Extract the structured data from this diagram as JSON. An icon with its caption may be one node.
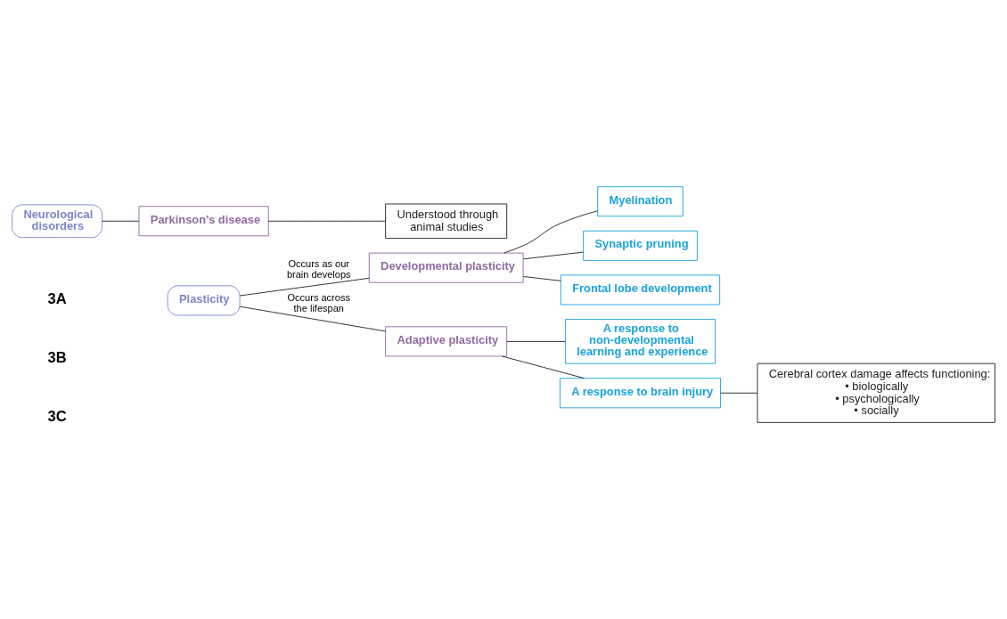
{
  "diagram": {
    "nodes": [
      {
        "text": [
          "Plasticity"
        ]
      },
      {
        "text": [
          "Developmental plasticity"
        ]
      },
      {
        "text": [
          "Myelination"
        ]
      },
      {
        "text": [
          "Synaptic pruning"
        ]
      },
      {
        "text": [
          "Frontal lobe development"
        ]
      },
      {
        "text": [
          "Adaptive plasticity"
        ]
      },
      {
        "text": [
          "A response to non-developmental learning and experience"
        ]
      },
      {
        "text": [
          "A response to brain injury"
        ]
      },
      {
        "text": [
          "Cerebral cortex damage affects functioning:",
          "• biologically",
          "• psychologically",
          "• socially"
        ]
      },
      {
        "text": [
          "Neurological disorders"
        ]
      },
      {
        "text": [
          "Parkinson’s disease"
        ]
      },
      {
        "text": [
          "Understood through animal studies"
        ]
      }
    ],
    "edges": [
      {
        "from": 0,
        "to": 1,
        "arrow": "none",
        "label": "Occurs as our brain develops"
      },
      {
        "from": 0,
        "to": 5,
        "arrow": "none",
        "label": "Occurs across the lifespan"
      },
      {
        "from": 1,
        "to": 2,
        "arrow": "none"
      },
      {
        "from": 1,
        "to": 3,
        "arrow": "none"
      },
      {
        "from": 1,
        "to": 4,
        "arrow": "none"
      },
      {
        "from": 5,
        "to": 6,
        "arrow": "none"
      },
      {
        "from": 5,
        "to": 7,
        "arrow": "none"
      },
      {
        "from": 7,
        "to": 8,
        "arrow": "none"
      },
      {
        "from": 9,
        "to": 10,
        "arrow": "none"
      },
      {
        "from": 10,
        "to": 11,
        "arrow": "none"
      }
    ],
    "labels": [
      "3A",
      "3B",
      "3C"
    ]
  }
}
